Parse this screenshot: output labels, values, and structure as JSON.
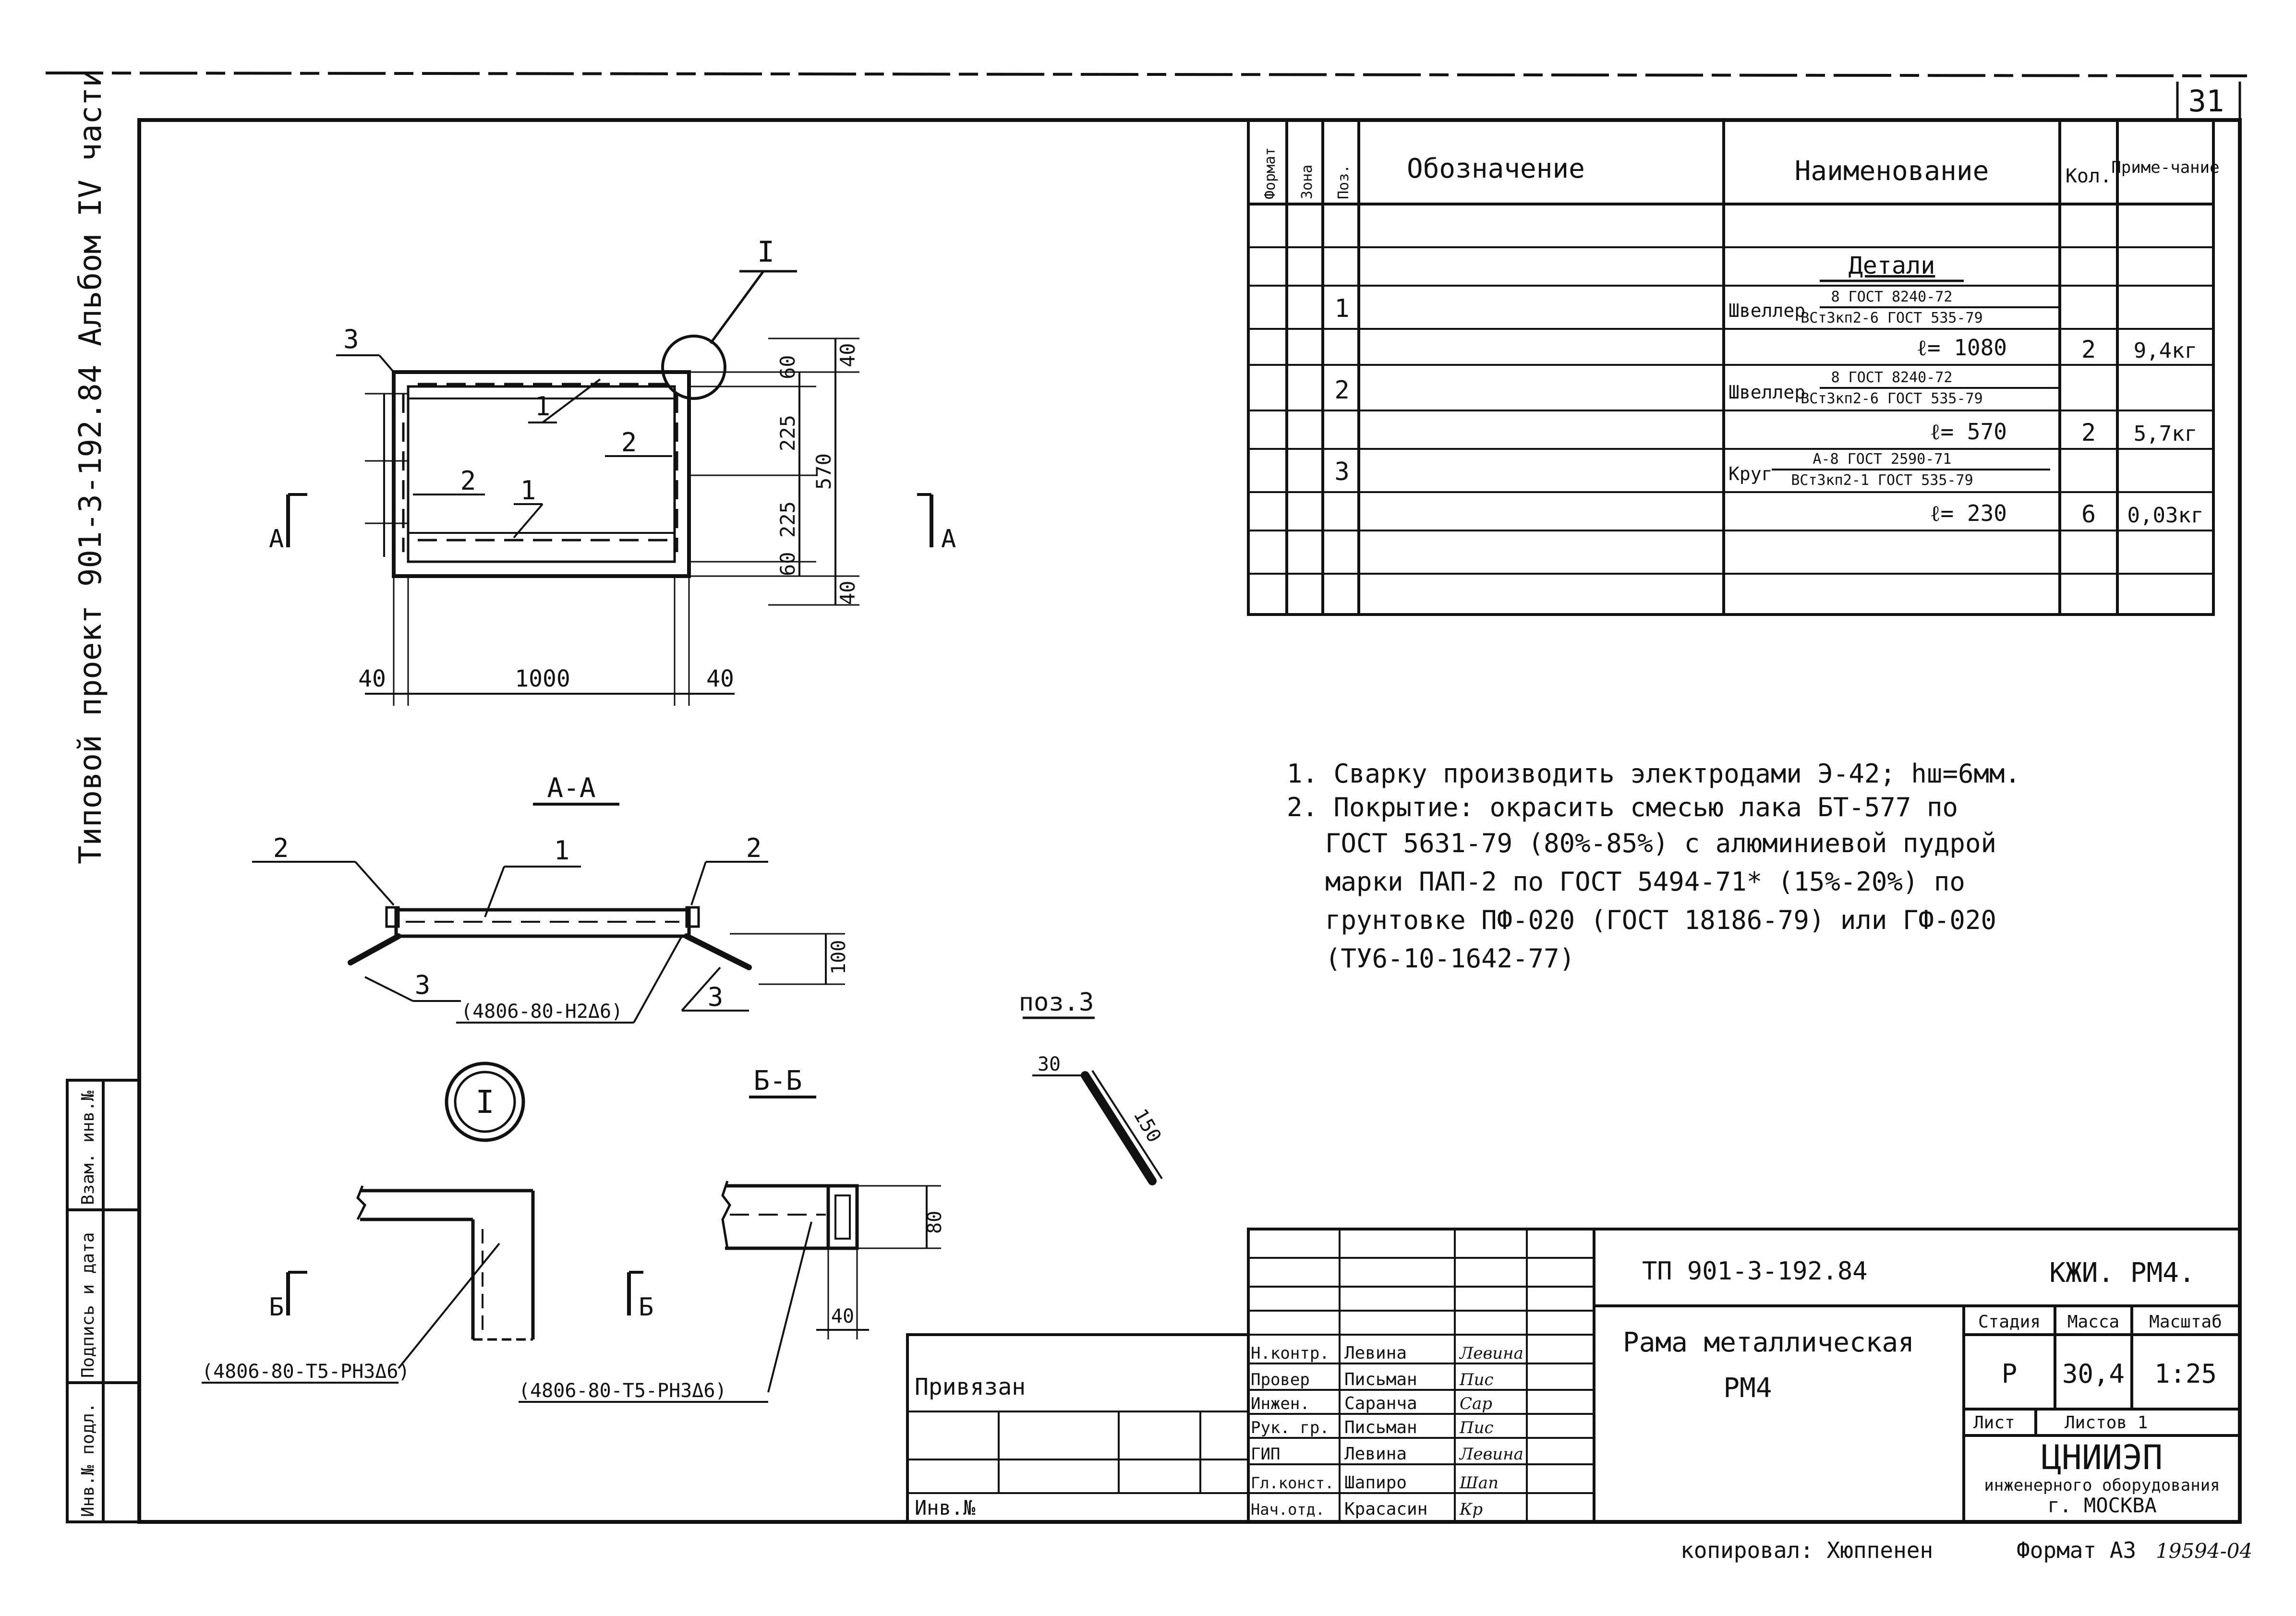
{
  "sheet_number": "31",
  "left_margin_text": "Типовой  проект  901-3-192.84      Альбом IV  части",
  "side_stamp": {
    "vzam": "Взам. инв.№",
    "podpis": "Подпись и дата",
    "inv_podl": "Инв.№ подл."
  },
  "spec_table": {
    "headers": {
      "format": "Формат",
      "zona": "Зона",
      "poz": "Поз.",
      "oboznachenie": "Обозначение",
      "naimenovanie": "Наименование",
      "kol": "Кол.",
      "primechanie": "Приме-чание"
    },
    "section_title": "Детали",
    "rows": [
      {
        "poz": "1",
        "name": "Швеллер",
        "gost_top": "8 ГОСТ 8240-72",
        "gost_bottom": "ВСт3кп2-6 ГОСТ 535-79",
        "length": "ℓ= 1080",
        "qty": "2",
        "note": "9,4кг"
      },
      {
        "poz": "2",
        "name": "Швеллер",
        "gost_top": "8 ГОСТ 8240-72",
        "gost_bottom": "ВСт3кп2-6 ГОСТ 535-79",
        "length": "ℓ= 570",
        "qty": "2",
        "note": "5,7кг"
      },
      {
        "poz": "3",
        "name": "Круг",
        "gost_top": "А-8 ГОСТ 2590-71",
        "gost_bottom": "ВСт3кп2-1 ГОСТ 535-79",
        "length": "ℓ= 230",
        "qty": "6",
        "note": "0,03кг"
      }
    ]
  },
  "notes": [
    "1. Сварку производить электродами Э-42; hш=6мм.",
    "2. Покрытие: окрасить смесью лака БТ-577 по",
    "ГОСТ 5631-79 (80%-85%) с алюминиевой пудрой",
    "марки  ПАП-2 по ГОСТ 5494-71* (15%-20%) по",
    "грунтовке  ПФ-020 (ГОСТ 18186-79) или ГФ-020",
    "(ТУ6-10-1642-77)"
  ],
  "plan_view": {
    "callout_node": "I",
    "dim_left": "40",
    "dim_center": "1000",
    "dim_right": "40",
    "dim_v": [
      "40",
      "60",
      "225",
      "225",
      "60",
      "40"
    ],
    "dim_total": "570",
    "section_mark": "А",
    "labels": [
      "3",
      "1",
      "2",
      "2",
      "1"
    ]
  },
  "section_aa": {
    "title": "А-А",
    "labels": [
      "2",
      "1",
      "2",
      "3",
      "3"
    ],
    "weld_note": "(4806-80-Н2Δ6)",
    "dim": "100"
  },
  "node_I": {
    "label": "I"
  },
  "section_bb": {
    "title": "Б-Б",
    "mark": "Б",
    "weld_note_1": "(4806-80-Т5-РН3Δ6)",
    "weld_note_2": "(4806-80-Т5-РН3Δ6)",
    "dim_40": "40",
    "dim_80": "80"
  },
  "pos3": {
    "title": "поз.3",
    "dim_30": "30",
    "dim_150": "150"
  },
  "title_block": {
    "doc_code": "ТП 901-3-192.84",
    "mark": "КЖИ. РМ4.",
    "name_line1": "Рама металлическая",
    "name_line2": "РМ4",
    "stadiya_label": "Стадия",
    "massa_label": "Масса",
    "masshtab_label": "Масштаб",
    "stadiya": "Р",
    "massa": "30,4",
    "masshtab": "1:25",
    "list_label": "Лист",
    "listov_label": "Листов 1",
    "org_line1": "ЦНИИЭП",
    "org_line2": "инженерного оборудования",
    "org_line3": "г. МОСКВА",
    "privyazan": "Привязан",
    "inv_no": "Инв.№",
    "signers": [
      {
        "role": "Н.контр.",
        "name": "Левина",
        "sig": "Левина"
      },
      {
        "role": "Провер",
        "name": "Письман",
        "sig": "Пис"
      },
      {
        "role": "Инжен.",
        "name": "Саранча",
        "sig": "Сар"
      },
      {
        "role": "Рук. гр.",
        "name": "Письман",
        "sig": "Пис"
      },
      {
        "role": "ГИП",
        "name": "Левина",
        "sig": "Левина"
      },
      {
        "role": "Гл.конст.",
        "name": "Шапиро",
        "sig": "Шап"
      },
      {
        "role": "Нач.отд.",
        "name": "Красасин",
        "sig": "Кр"
      }
    ]
  },
  "footer": {
    "copied": "копировал: Хюппенен",
    "format": "Формат А3",
    "archive": "19594-04"
  }
}
